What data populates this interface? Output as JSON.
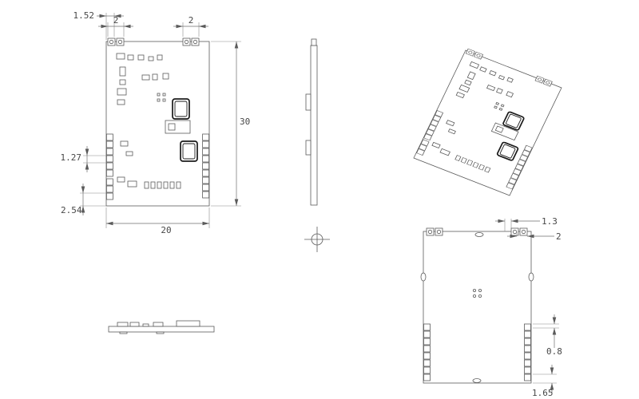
{
  "colors": {
    "background": "#ffffff",
    "ink": "#5b5b5b",
    "component_dark": "#1b1b1b",
    "dimension_text": "#474747"
  },
  "drawing": {
    "dimensions": {
      "front": {
        "pad_offset": "1.52",
        "tab_left_width": "2",
        "tab_right_width": "2",
        "height": "30",
        "width": "20",
        "pin_pitch": "1.27",
        "pin_row_offset": "2.54"
      },
      "bottom": {
        "tab_gap": "1.3",
        "tab_width": "2",
        "pad_width": "0.8",
        "pad_bottom_offset": "1.65"
      }
    }
  }
}
